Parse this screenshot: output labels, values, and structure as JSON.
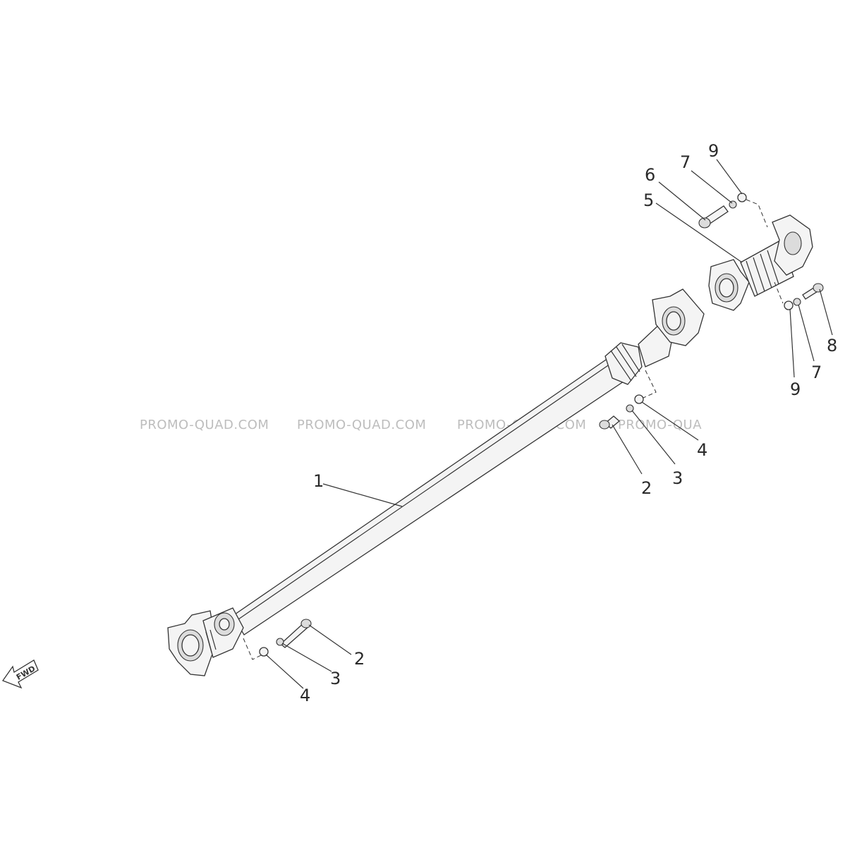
{
  "callouts": {
    "c1": "1",
    "c2a": "2",
    "c3a": "3",
    "c4a": "4",
    "c2b": "2",
    "c3b": "3",
    "c4b": "4",
    "c5": "5",
    "c6": "6",
    "c7a": "7",
    "c9a": "9",
    "c8": "8",
    "c7b": "7",
    "c9b": "9"
  },
  "watermarks": {
    "w1": "PROMO-QUAD.COM",
    "w2": "PROMO-QUAD.COM",
    "w3": "PROMO-QUAD.COM",
    "w4": "PROMO-QUA"
  },
  "direction_arrow": {
    "label": "FWD",
    "icon": "arrow-left-icon"
  },
  "colors": {
    "line": "#333333",
    "watermark": "#bdbdbd",
    "background": "#ffffff"
  }
}
